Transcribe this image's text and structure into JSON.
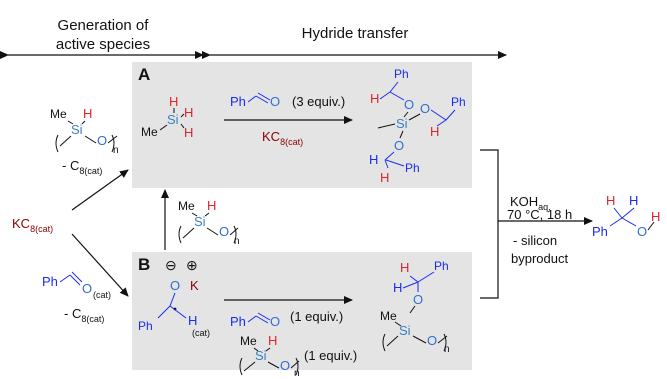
{
  "header": {
    "generation": [
      "Generation of",
      "active species"
    ],
    "hydride": "Hydride transfer"
  },
  "colors": {
    "panel": "#e4e4e4",
    "si_blue": "#3a7fc4",
    "o_blue": "#2f6fd6",
    "h_red": "#e0242c",
    "bond_blue": "#1a2cf0",
    "kc8_red": "#8b0000",
    "ink": "#111111"
  },
  "panel_a": {
    "label": "A",
    "reagent_ph": "Ph",
    "reagent_equiv": "(3 equiv.)",
    "catalyst_main": "KC",
    "catalyst_sub": "8(cat)",
    "atoms": {
      "me": "Me",
      "si": "Si",
      "h": "H",
      "o": "O",
      "ph": "Ph"
    }
  },
  "panel_b": {
    "label": "B",
    "anion_o": "O",
    "minus": "⊖",
    "plus": "⊕",
    "k": "K",
    "ph": "Ph",
    "h": "H",
    "cat": "(cat)",
    "reagent_ph": "Ph",
    "reagent_equiv": "(1 equiv.)",
    "silane_equiv": "(1 equiv.)",
    "atoms": {
      "me": "Me",
      "si": "Si",
      "h": "H",
      "o": "O",
      "n": "n",
      "ph": "Ph"
    }
  },
  "left": {
    "pmhs": {
      "me": "Me",
      "h": "H",
      "si": "Si",
      "o": "O",
      "n": "n"
    },
    "minus_c8_a_main": "- C",
    "minus_c8_a_sub": "8(cat)",
    "kc8_main": "KC",
    "kc8_sub": "8(cat)",
    "benz_ph": "Ph",
    "benz_o": "O",
    "benz_sub": "(cat)",
    "minus_c8_b_main": "- C",
    "minus_c8_b_sub": "8(cat)"
  },
  "middle_pmhs": {
    "me": "Me",
    "h": "H",
    "si": "Si",
    "o": "O",
    "n": "n"
  },
  "right": {
    "koh_main": "KOH",
    "koh_sub": "aq.",
    "conditions": "70 °C, 18 h",
    "byproduct": [
      "- silicon",
      "byproduct"
    ],
    "product": {
      "h": "H",
      "ph": "Ph",
      "o": "O"
    }
  }
}
